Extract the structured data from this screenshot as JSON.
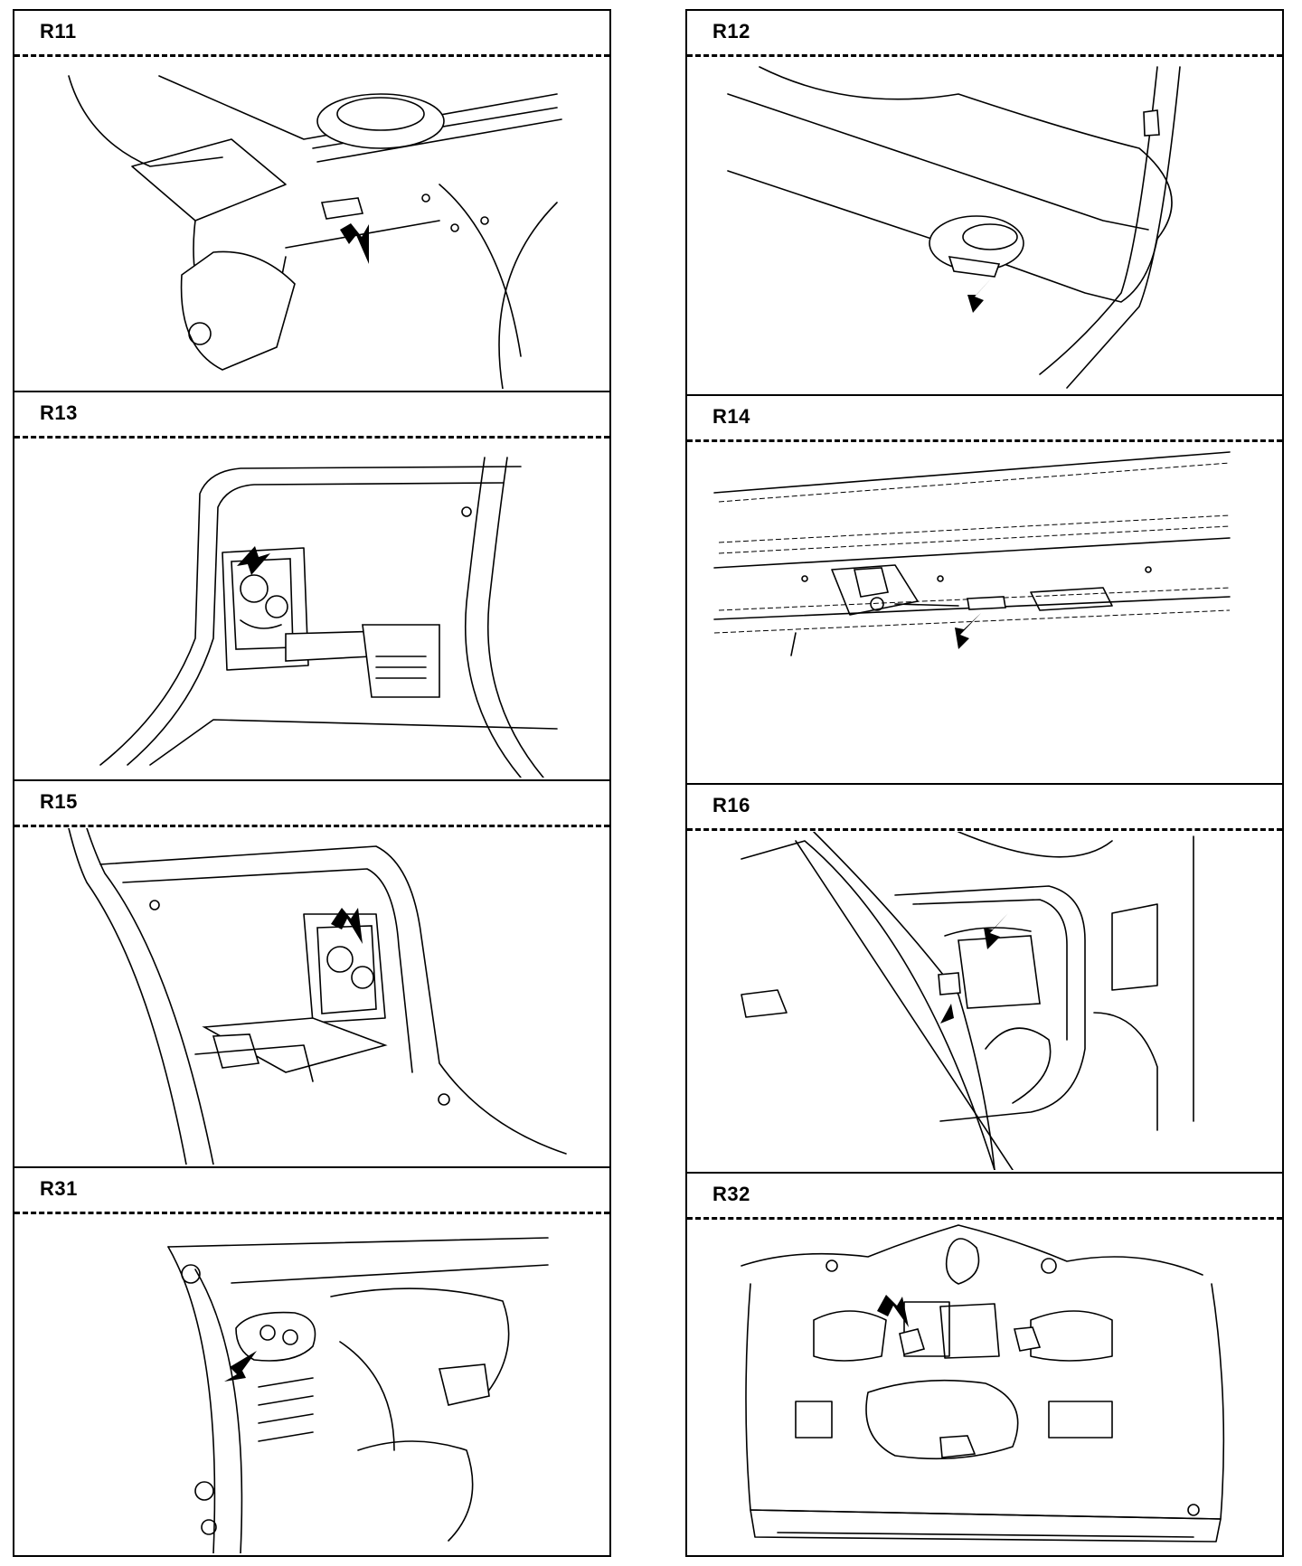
{
  "panels": {
    "r11": "R11",
    "r12": "R12",
    "r13": "R13",
    "r14": "R14",
    "r15": "R15",
    "r16": "R16",
    "r31": "R31",
    "r32": "R32"
  },
  "colors": {
    "line": "#000000",
    "background": "#ffffff"
  }
}
